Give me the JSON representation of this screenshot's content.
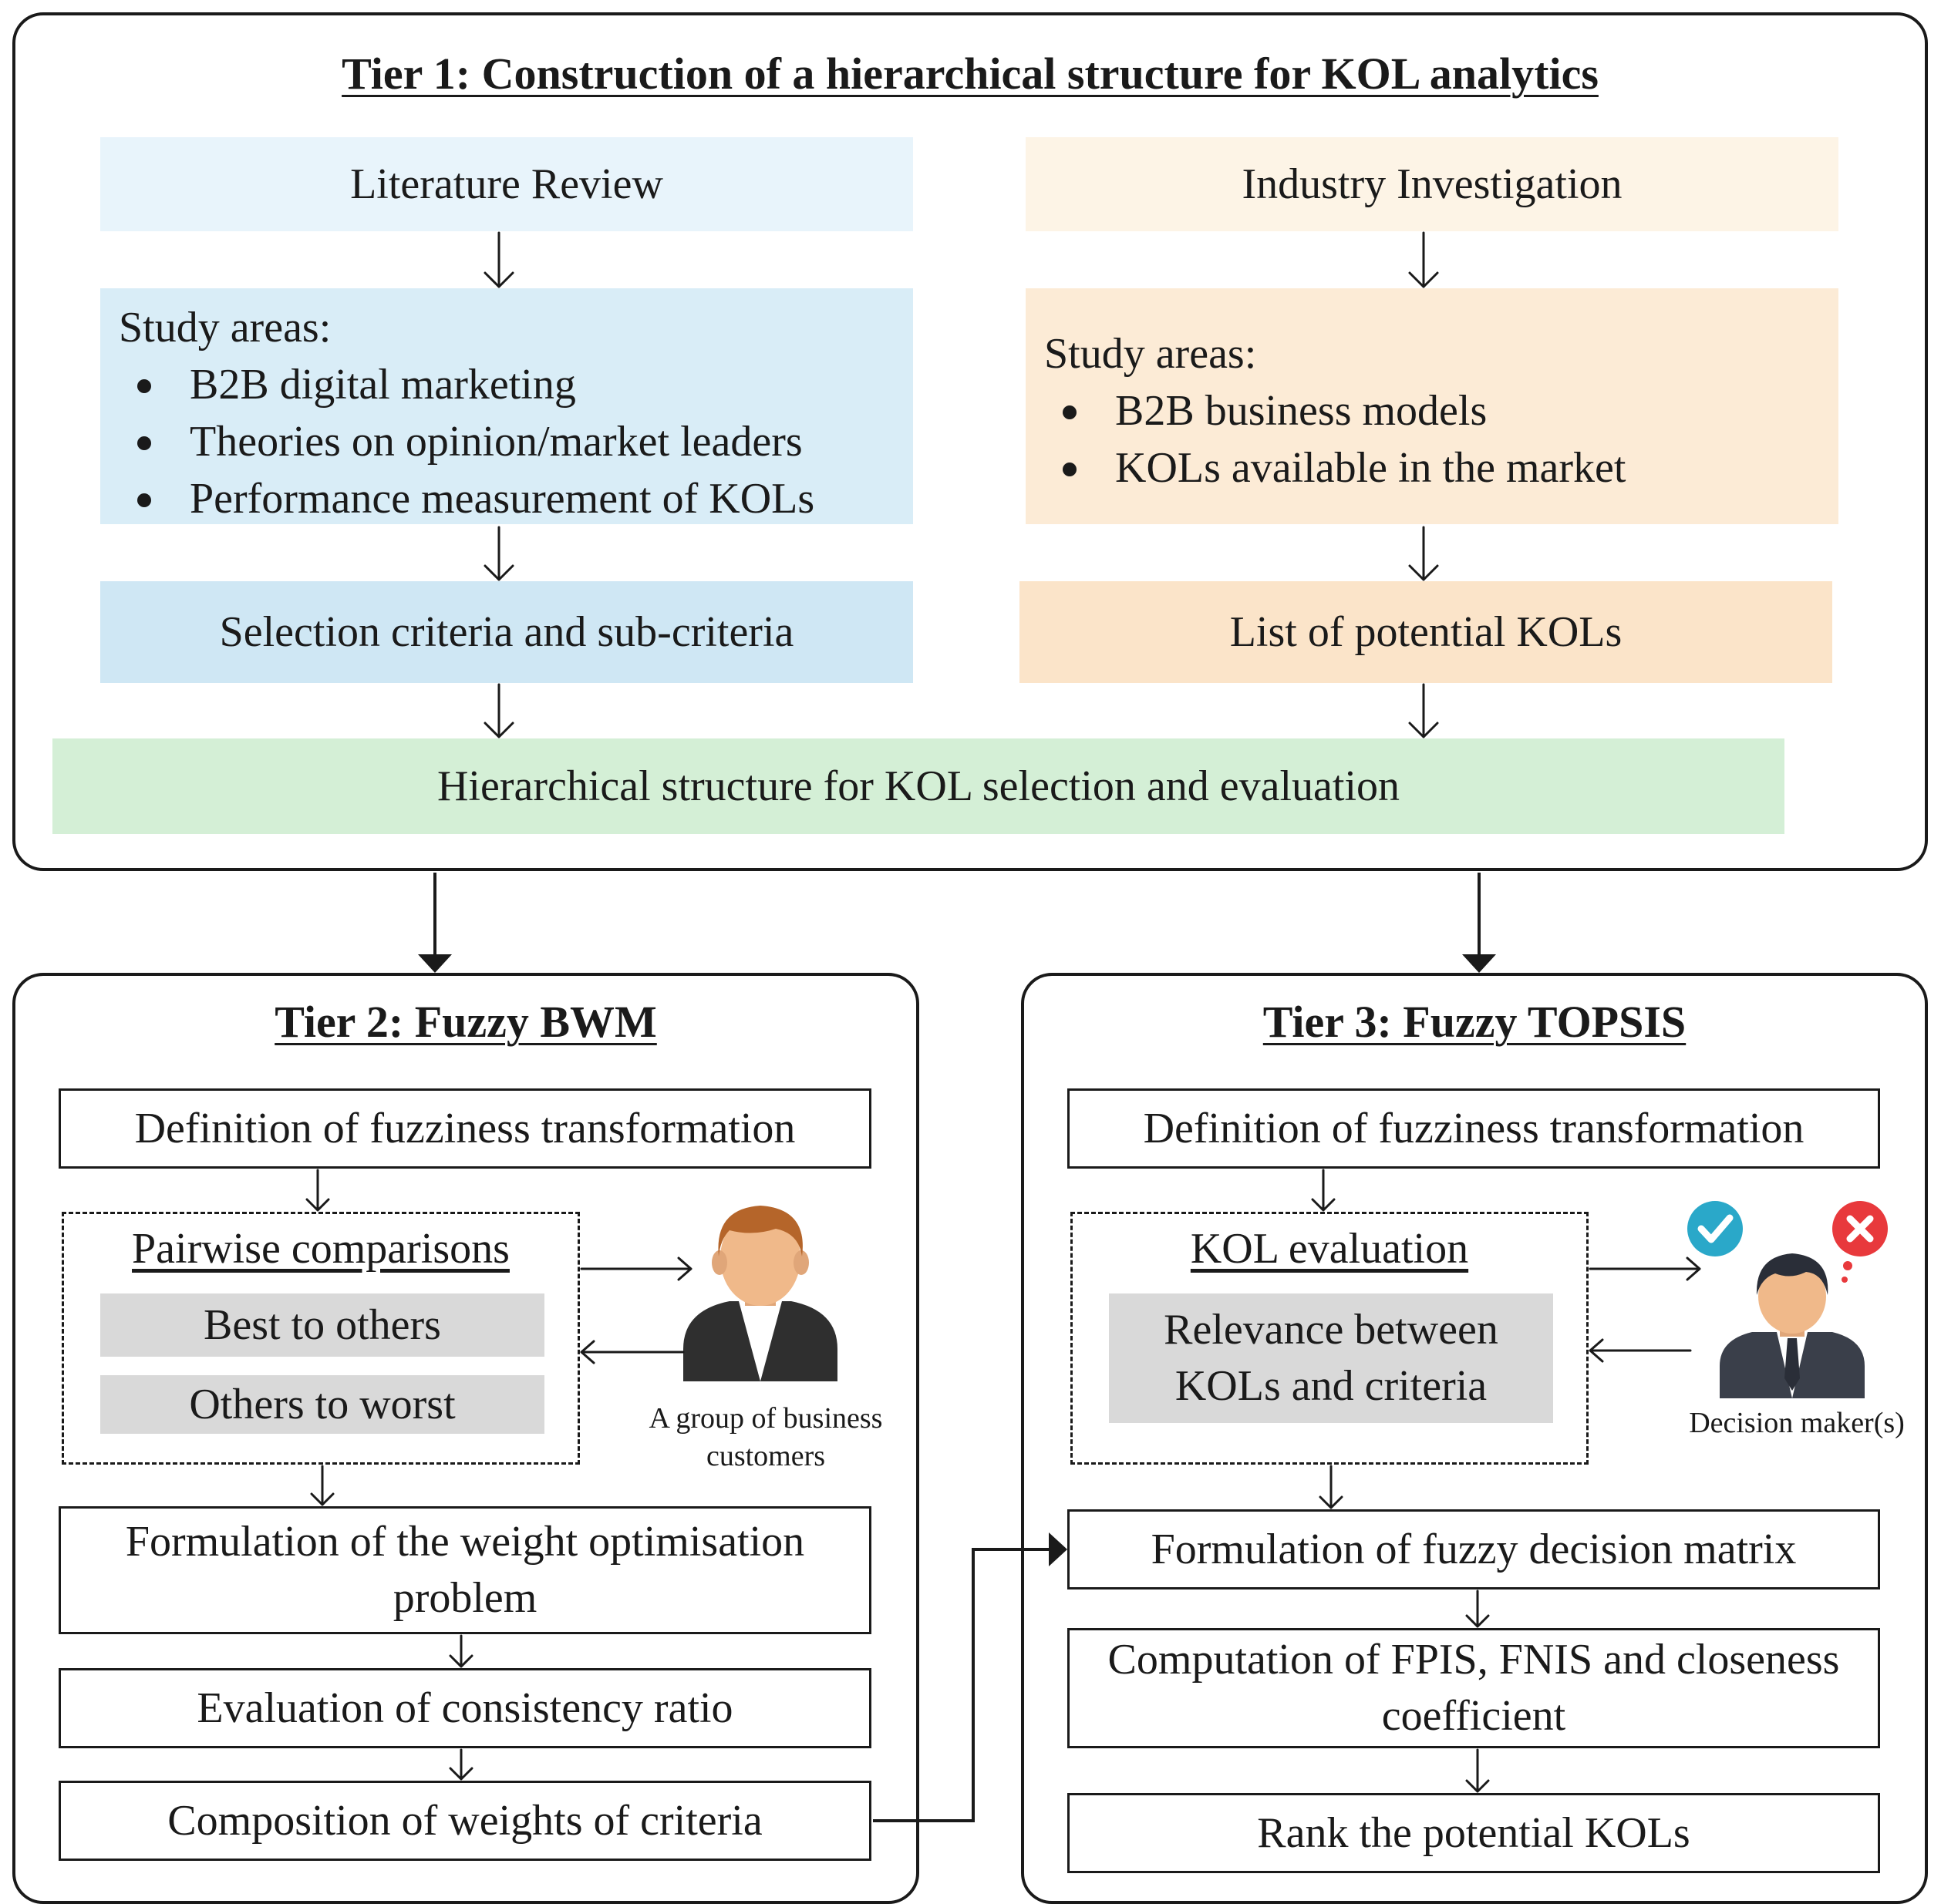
{
  "tier1": {
    "title": "Tier 1: Construction of a hierarchical structure for KOL analytics",
    "literature": {
      "header": "Literature Review",
      "study_title": "Study areas:",
      "items": [
        "B2B digital marketing",
        "Theories on opinion/market leaders",
        "Performance measurement of KOLs"
      ],
      "output": "Selection criteria and sub-criteria"
    },
    "industry": {
      "header": "Industry Investigation",
      "study_title": "Study areas:",
      "items": [
        "B2B business models",
        "KOLs available in the market"
      ],
      "output": "List of potential KOLs"
    },
    "hierarchy": "Hierarchical structure for KOL selection and evaluation"
  },
  "tier2": {
    "title": "Tier 2: Fuzzy BWM",
    "step1": "Definition of fuzziness transformation",
    "pairwise_title": "Pairwise comparisons",
    "pairwise_items": [
      "Best to others",
      "Others to worst"
    ],
    "actor_caption_line1": "A group of business",
    "actor_caption_line2": "customers",
    "step2": "Formulation of the weight optimisation problem",
    "step3": "Evaluation of consistency ratio",
    "step4": "Composition of weights of criteria"
  },
  "tier3": {
    "title": "Tier 3: Fuzzy TOPSIS",
    "step1": "Definition of fuzziness transformation",
    "eval_title": "KOL evaluation",
    "eval_item": "Relevance between KOLs and criteria",
    "actor_caption": "Decision maker(s)",
    "step2": "Formulation of fuzzy decision matrix",
    "step3": "Computation of FPIS, FNIS and closeness coefficient",
    "step4": "Rank the potential KOLs"
  },
  "icons": {
    "business_customer": "businessman-icon",
    "decision_maker": "decision-maker-icon",
    "check": "check-icon",
    "cross": "cross-icon"
  },
  "colors": {
    "literature": "#e8f4fb",
    "industry": "#fdf4e6",
    "hierarchy": "#d4efd6",
    "check": "#2aa8c9",
    "cross": "#e8393c"
  }
}
